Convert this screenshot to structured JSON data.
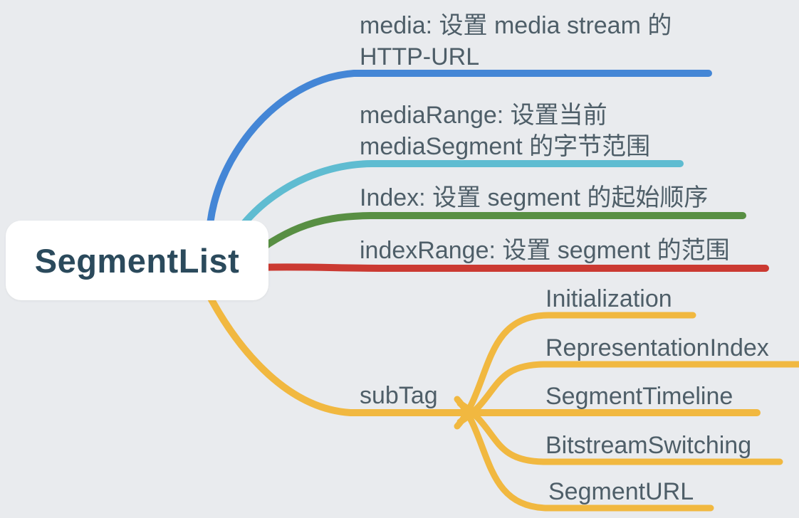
{
  "canvas": {
    "background_color": "#e9ebee",
    "label_text_color": "#4e5e68"
  },
  "root": {
    "label": "SegmentList",
    "text_color": "#2b4a5c",
    "background_color": "#ffffff"
  },
  "branches": [
    {
      "name": "media",
      "color": "#4486d6",
      "line1": "media: 设置 media stream 的",
      "line2": "HTTP-URL"
    },
    {
      "name": "mediaRange",
      "color": "#5fbcd1",
      "line1": "mediaRange: 设置当前",
      "line2": "mediaSegment 的字节范围"
    },
    {
      "name": "Index",
      "color": "#588f43",
      "line1": "Index: 设置 segment 的起始顺序"
    },
    {
      "name": "indexRange",
      "color": "#cb3a32",
      "line1": "indexRange: 设置 segment 的范围"
    },
    {
      "name": "subTag",
      "color": "#f1b840",
      "line1": "subTag"
    }
  ],
  "subtag_children": [
    {
      "label": "Initialization"
    },
    {
      "label": "RepresentationIndex"
    },
    {
      "label": "SegmentTimeline"
    },
    {
      "label": "BitstreamSwitching"
    },
    {
      "label": "SegmentURL"
    }
  ]
}
